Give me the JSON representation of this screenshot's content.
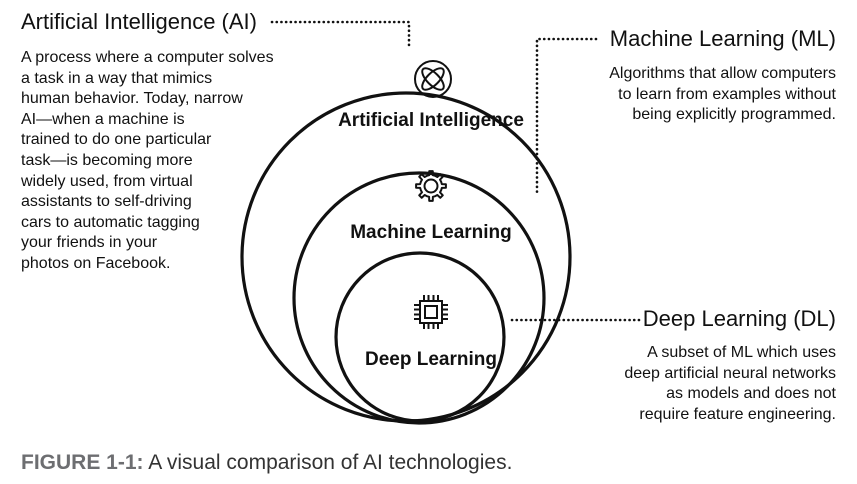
{
  "diagram": {
    "ai": {
      "heading": "Artificial Intelligence (AI)",
      "description_lines": [
        "A process where a computer solves",
        "a task in a way that mimics",
        "human behavior. Today, narrow",
        "AI—when a machine is",
        "trained to do one particular",
        "task—is becoming more",
        "widely used, from virtual",
        "assistants to self-driving",
        "cars to automatic tagging",
        "your friends in your",
        "photos on Facebook."
      ],
      "circle_label": "Artificial Intelligence",
      "icon": "atom-icon"
    },
    "ml": {
      "heading": "Machine Learning (ML)",
      "description_lines": [
        "Algorithms that allow computers",
        "to learn from examples without",
        "being explicitly programmed."
      ],
      "circle_label": "Machine Learning",
      "icon": "gear-icon"
    },
    "dl": {
      "heading": "Deep Learning (DL)",
      "description_lines": [
        "A subset of ML which uses",
        "deep artificial neural networks",
        "as models and does not",
        "require feature engineering."
      ],
      "circle_label": "Deep Learning",
      "icon": "chip-icon"
    }
  },
  "caption": {
    "label": "FIGURE 1-1:",
    "text": " A visual comparison of AI technologies."
  },
  "colors": {
    "ink": "#111111",
    "caption_label": "#6d6e71",
    "caption_text": "#333333"
  }
}
